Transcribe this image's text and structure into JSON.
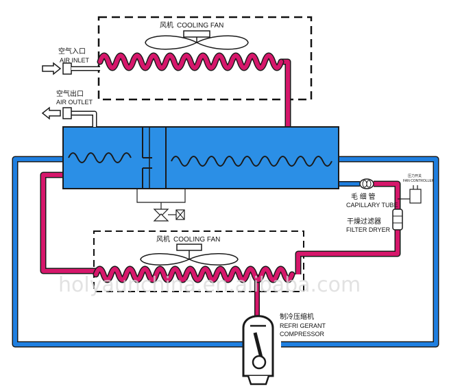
{
  "labels": {
    "fan_top_cn": "风机",
    "fan_top_en": "COOLING FAN",
    "fan_bottom_cn": "风机",
    "fan_bottom_en": "COOLING FAN",
    "air_inlet_cn": "空气入口",
    "air_inlet_en": "AIR INLET",
    "air_outlet_cn": "空气出口",
    "air_outlet_en": "AIR OUTLET",
    "capillary_cn": "毛  细  管",
    "capillary_en": "CAPILLARY TUBE",
    "filter_cn": "干燥过滤器",
    "filter_en": "FILTER DRYER",
    "pressure_cn": "压力开关",
    "fan_controller_en": "FAN CONTROLLER",
    "compressor_cn": "制冷压缩机",
    "compressor_en_1": "REFRI GERANT",
    "compressor_en_2": "COMPRESSOR"
  },
  "watermark": "holyaunchina.en.alibaba.com",
  "colors": {
    "hot_pipe": "#d6176b",
    "cold_pipe": "#1f7fe0",
    "exchanger_fill": "#2b8fe6",
    "pipe_outline": "#1a1a1a"
  }
}
